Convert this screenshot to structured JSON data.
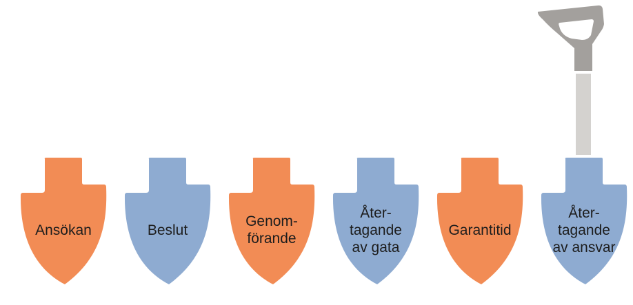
{
  "colors": {
    "orange": "#f28c55",
    "blue": "#8eabd1",
    "handle_dark": "#a3a09d",
    "handle_light": "#d4d2cf"
  },
  "steps": [
    {
      "lines": [
        "Ansökan"
      ],
      "color": "orange",
      "has_handle": false
    },
    {
      "lines": [
        "Beslut"
      ],
      "color": "blue",
      "has_handle": false
    },
    {
      "lines": [
        "Genom-",
        "förande"
      ],
      "color": "orange",
      "has_handle": false
    },
    {
      "lines": [
        "Åter-",
        "tagande",
        "av gata"
      ],
      "color": "blue",
      "has_handle": false
    },
    {
      "lines": [
        "Garantitid"
      ],
      "color": "orange",
      "has_handle": false
    },
    {
      "lines": [
        "Åter-",
        "tagande",
        "av ansvar"
      ],
      "color": "blue",
      "has_handle": true
    }
  ],
  "icons": {
    "blade": "shovel-blade-icon",
    "handle": "shovel-handle-icon"
  }
}
